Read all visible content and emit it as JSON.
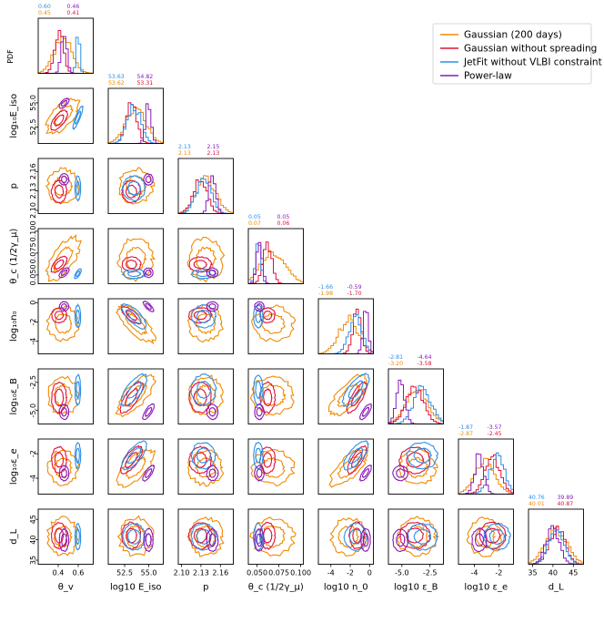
{
  "chart_data": {
    "type": "corner",
    "diag_ylabel": "PDF",
    "colors": {
      "gauss200": "#f08a00",
      "gauss_nospread": "#e0103a",
      "jetfit": "#2b8fe8",
      "powerlaw": "#8a1ab8"
    },
    "legend": [
      {
        "key": "gauss200",
        "label": "Gaussian (200 days)"
      },
      {
        "key": "gauss_nospread",
        "label": "Gaussian without spreading"
      },
      {
        "key": "jetfit",
        "label": "JetFit without VLBI constraint"
      },
      {
        "key": "powerlaw",
        "label": "Power-law"
      }
    ],
    "params": [
      {
        "id": "thv",
        "xlabel": "θ_v",
        "ylabel": "",
        "range": [
          0.2,
          0.75
        ],
        "xticks": [
          "0.4",
          "0.6"
        ],
        "xtickvals": [
          0.4,
          0.6
        ],
        "yticks": [],
        "ytickvals": [],
        "stats": {
          "jetfit": "0.60",
          "gauss200": "0.45",
          "powerlaw": "0.46",
          "gauss_nospread": "0.41"
        }
      },
      {
        "id": "eiso",
        "xlabel": "log10 E_iso",
        "ylabel": "log₁₀E_iso",
        "range": [
          50.8,
          56.5
        ],
        "xticks": [
          "52.5",
          "55.0"
        ],
        "xtickvals": [
          52.5,
          55.0
        ],
        "yticks": [
          "52.5",
          "55.0"
        ],
        "ytickvals": [
          52.5,
          55.0
        ],
        "stats": {
          "jetfit": "53.63",
          "gauss200": "53.62",
          "powerlaw": "54.82",
          "gauss_nospread": "53.31"
        }
      },
      {
        "id": "p",
        "xlabel": "p",
        "ylabel": "p",
        "range": [
          2.095,
          2.18
        ],
        "xticks": [
          "2.10",
          "2.13",
          "2.16"
        ],
        "xtickvals": [
          2.1,
          2.13,
          2.16
        ],
        "yticks": [
          "2.10",
          "2.13",
          "2.16"
        ],
        "ytickvals": [
          2.1,
          2.13,
          2.16
        ],
        "stats": {
          "jetfit": "2.13",
          "gauss200": "2.13",
          "powerlaw": "2.15",
          "gauss_nospread": "2.13"
        }
      },
      {
        "id": "thc",
        "xlabel": "θ_c (1/2γ_μ)",
        "ylabel": "θ_c (1/2γ_μ)",
        "range": [
          0.04,
          0.103
        ],
        "xticks": [
          "0.050",
          "0.075",
          "0.100"
        ],
        "xtickvals": [
          0.05,
          0.075,
          0.1
        ],
        "yticks": [
          "0.050",
          "0.075",
          "0.100"
        ],
        "ytickvals": [
          0.05,
          0.075,
          0.1
        ],
        "stats": {
          "jetfit": "0.05",
          "gauss200": "0.07",
          "powerlaw": "0.05",
          "gauss_nospread": "0.06"
        }
      },
      {
        "id": "n0",
        "xlabel": "log10 n_0",
        "ylabel": "log₁₀n₀",
        "range": [
          -5.3,
          0.4
        ],
        "xticks": [
          "-4",
          "-2",
          "0"
        ],
        "xtickvals": [
          -4,
          -2,
          0
        ],
        "yticks": [
          "-4",
          "-2",
          "0"
        ],
        "ytickvals": [
          -4,
          -2,
          0
        ],
        "stats": {
          "jetfit": "-1.66",
          "gauss200": "-1.98",
          "powerlaw": "-0.59",
          "gauss_nospread": "-1.70"
        }
      },
      {
        "id": "eb",
        "xlabel": "log10 ε_B",
        "ylabel": "log₁₀ε_B",
        "range": [
          -6.2,
          -1.3
        ],
        "xticks": [
          "-5.0",
          "-2.5"
        ],
        "xtickvals": [
          -5.0,
          -2.5
        ],
        "yticks": [
          "-5.0",
          "-2.5"
        ],
        "ytickvals": [
          -5.0,
          -2.5
        ],
        "stats": {
          "jetfit": "-2.81",
          "gauss200": "-3.20",
          "powerlaw": "-4.64",
          "gauss_nospread": "-3.58"
        }
      },
      {
        "id": "ee",
        "xlabel": "log10 ε_e",
        "ylabel": "log₁₀ε_e",
        "range": [
          -5.3,
          -0.8
        ],
        "xticks": [
          "-4",
          "-2"
        ],
        "xtickvals": [
          -4,
          -2
        ],
        "yticks": [
          "-4",
          "-2"
        ],
        "ytickvals": [
          -4,
          -2
        ],
        "stats": {
          "jetfit": "-1.87",
          "gauss200": "-2.87",
          "powerlaw": "-3.57",
          "gauss_nospread": "-2.45"
        }
      },
      {
        "id": "dl",
        "xlabel": "d_L",
        "ylabel": "d_L",
        "range": [
          34,
          47.5
        ],
        "xticks": [
          "35",
          "40",
          "45"
        ],
        "xtickvals": [
          35,
          40,
          45
        ],
        "yticks": [
          "35",
          "40",
          "45"
        ],
        "ytickvals": [
          35,
          40,
          45
        ],
        "stats": {
          "jetfit": "40.76",
          "gauss200": "40.01",
          "powerlaw": "39.89",
          "gauss_nospread": "40.87"
        }
      }
    ]
  }
}
